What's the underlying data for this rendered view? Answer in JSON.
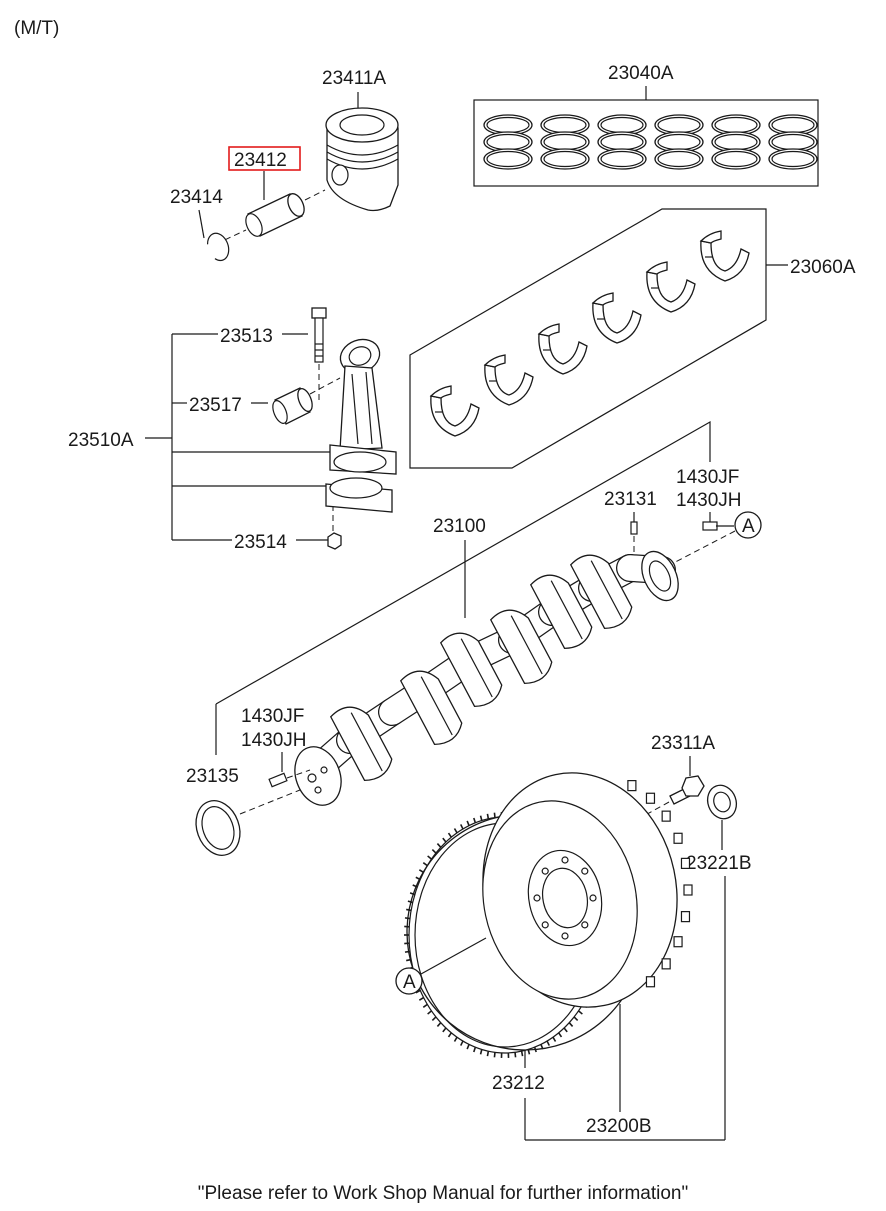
{
  "header": {
    "mode": "(M/T)"
  },
  "parts": {
    "piston": "23411A",
    "piston_pin": "23412",
    "snap_ring": "23414",
    "ring_set": "23040A",
    "bearing_set": "23060A",
    "rod_bolt": "23513",
    "rod_bushing": "23517",
    "connecting_rod_assy": "23510A",
    "rod_nut": "23514",
    "crank_pin_key": "23131",
    "crankshaft": "23100",
    "rear_seal": "23135",
    "flywheel_bolt": "23311A",
    "pilot_bearing": "23221B",
    "ring_gear": "23212",
    "flywheel_assy": "23200B",
    "dowel_jf_right": "1430JF",
    "dowel_jh_right": "1430JH",
    "dowel_jf_left": "1430JF",
    "dowel_jh_left": "1430JH"
  },
  "markers": {
    "ref_a_top": "A",
    "ref_a_bottom": "A"
  },
  "highlight_color": "#e31b1b",
  "footer": {
    "note": "\"Please refer to Work Shop Manual for further information\""
  }
}
